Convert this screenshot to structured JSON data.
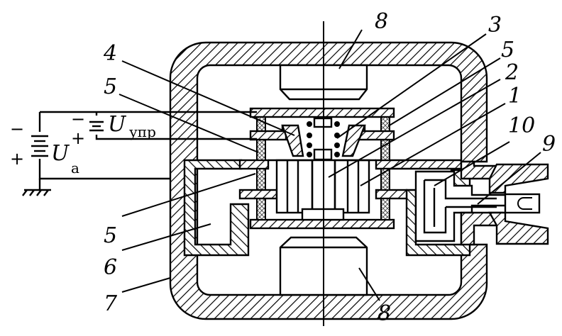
{
  "diagram": {
    "description": "Cross-section of a reflex klystron with power supplies",
    "supplies": {
      "control": {
        "symbol": "U",
        "subscript": "упр",
        "minus": "−",
        "plus": "+"
      },
      "anode": {
        "symbol": "U",
        "subscript": "а",
        "minus": "−",
        "plus": "+"
      }
    },
    "labels": {
      "l1": "1",
      "l2": "2",
      "l3": "3",
      "l4": "4",
      "l5_top_left": "5",
      "l5_top_right": "5",
      "l5_bottom_left": "5",
      "l6": "6",
      "l7": "7",
      "l8_top": "8",
      "l8_bottom": "8",
      "l9": "9",
      "l10": "10"
    },
    "colors": {
      "ink": "#000000",
      "background": "#ffffff"
    }
  }
}
